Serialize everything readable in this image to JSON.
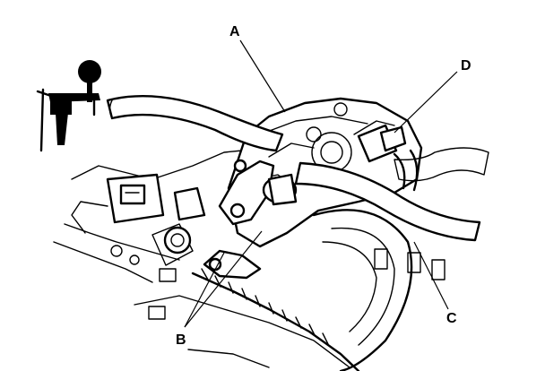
{
  "callouts": {
    "a": "A",
    "b": "B",
    "c": "C",
    "d": "D"
  },
  "colors": {
    "ink": "#000000",
    "background": "#ffffff"
  },
  "parts": {
    "vacuum_pump_gauge": "gauge-icon",
    "main_housing": "housing",
    "hose_upper": "hose",
    "hose_lower": "hose",
    "connector_left": "connector",
    "connector_right": "connector"
  }
}
